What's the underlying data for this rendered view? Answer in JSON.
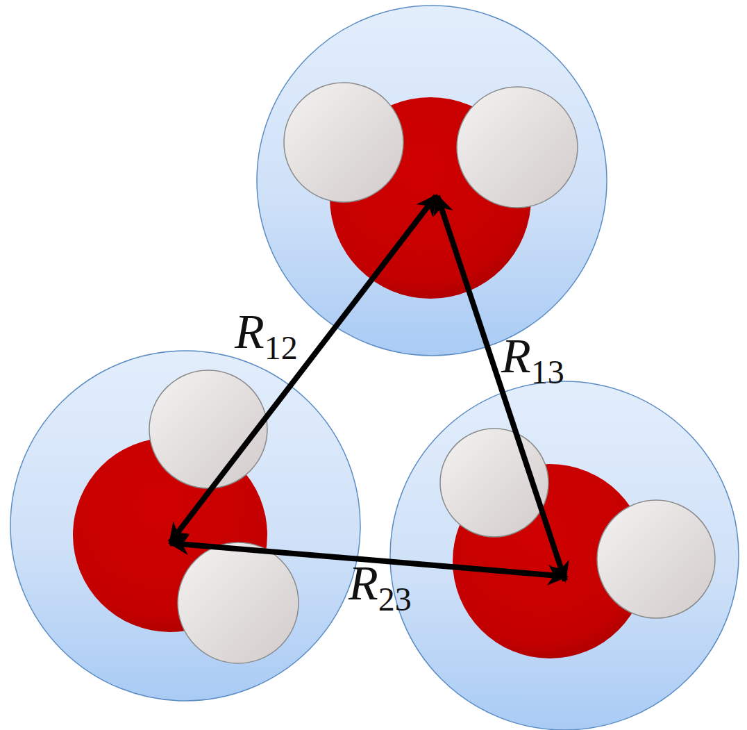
{
  "diagram": {
    "labels": [
      "R12",
      "R13",
      "R23"
    ]
  }
}
